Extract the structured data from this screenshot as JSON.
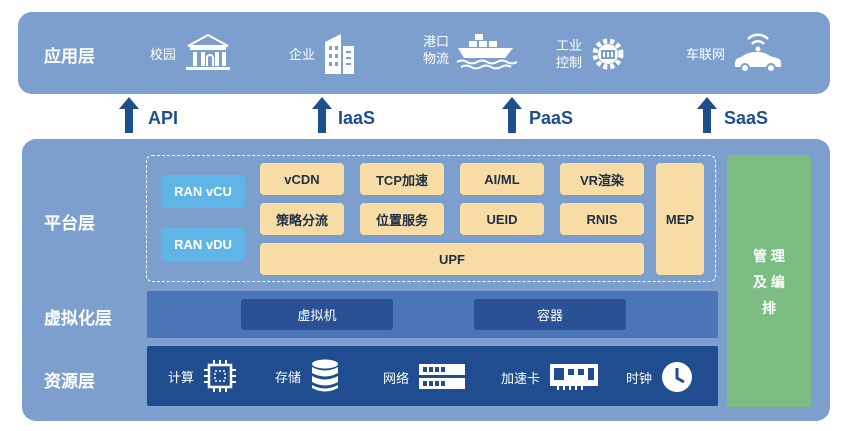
{
  "layers": {
    "application": "应用层",
    "platform": "平台层",
    "virtualization": "虚拟化层",
    "resource": "资源层"
  },
  "apps": [
    {
      "label": "校园",
      "icon": "campus-building-icon"
    },
    {
      "label": "企业",
      "icon": "office-tower-icon"
    },
    {
      "line1": "港口",
      "line2": "物流",
      "icon": "cargo-ship-icon"
    },
    {
      "line1": "工业",
      "line2": "控制",
      "icon": "industrial-gear-icon"
    },
    {
      "label": "车联网",
      "icon": "connected-car-icon"
    }
  ],
  "service_models": [
    "API",
    "IaaS",
    "PaaS",
    "SaaS"
  ],
  "platform": {
    "ran": [
      "RAN vCU",
      "RAN vDU"
    ],
    "services_row1": [
      "vCDN",
      "TCP加速",
      "AI/ML",
      "VR渲染"
    ],
    "services_row2": [
      "策略分流",
      "位置服务",
      "UEID",
      "RNIS"
    ],
    "upf": "UPF",
    "mep": "MEP"
  },
  "virtualization": {
    "vm": "虚拟机",
    "container": "容器"
  },
  "resources": [
    {
      "label": "计算",
      "icon": "cpu-chip-icon"
    },
    {
      "label": "存储",
      "icon": "database-icon"
    },
    {
      "label": "网络",
      "icon": "network-switch-icon"
    },
    {
      "label": "加速卡",
      "icon": "accelerator-card-icon"
    },
    {
      "label": "时钟",
      "icon": "clock-icon"
    }
  ],
  "management": {
    "line1": "管 理",
    "line2": "及 编",
    "line3": "排"
  },
  "colors": {
    "panel": "#7c9fcd",
    "arrow": "#1e4e8c",
    "tan": "#f7dca6",
    "ran": "#5fb5e6",
    "virt": "#4a76b8",
    "resource": "#1f4d8f",
    "management": "#7bbd82"
  }
}
